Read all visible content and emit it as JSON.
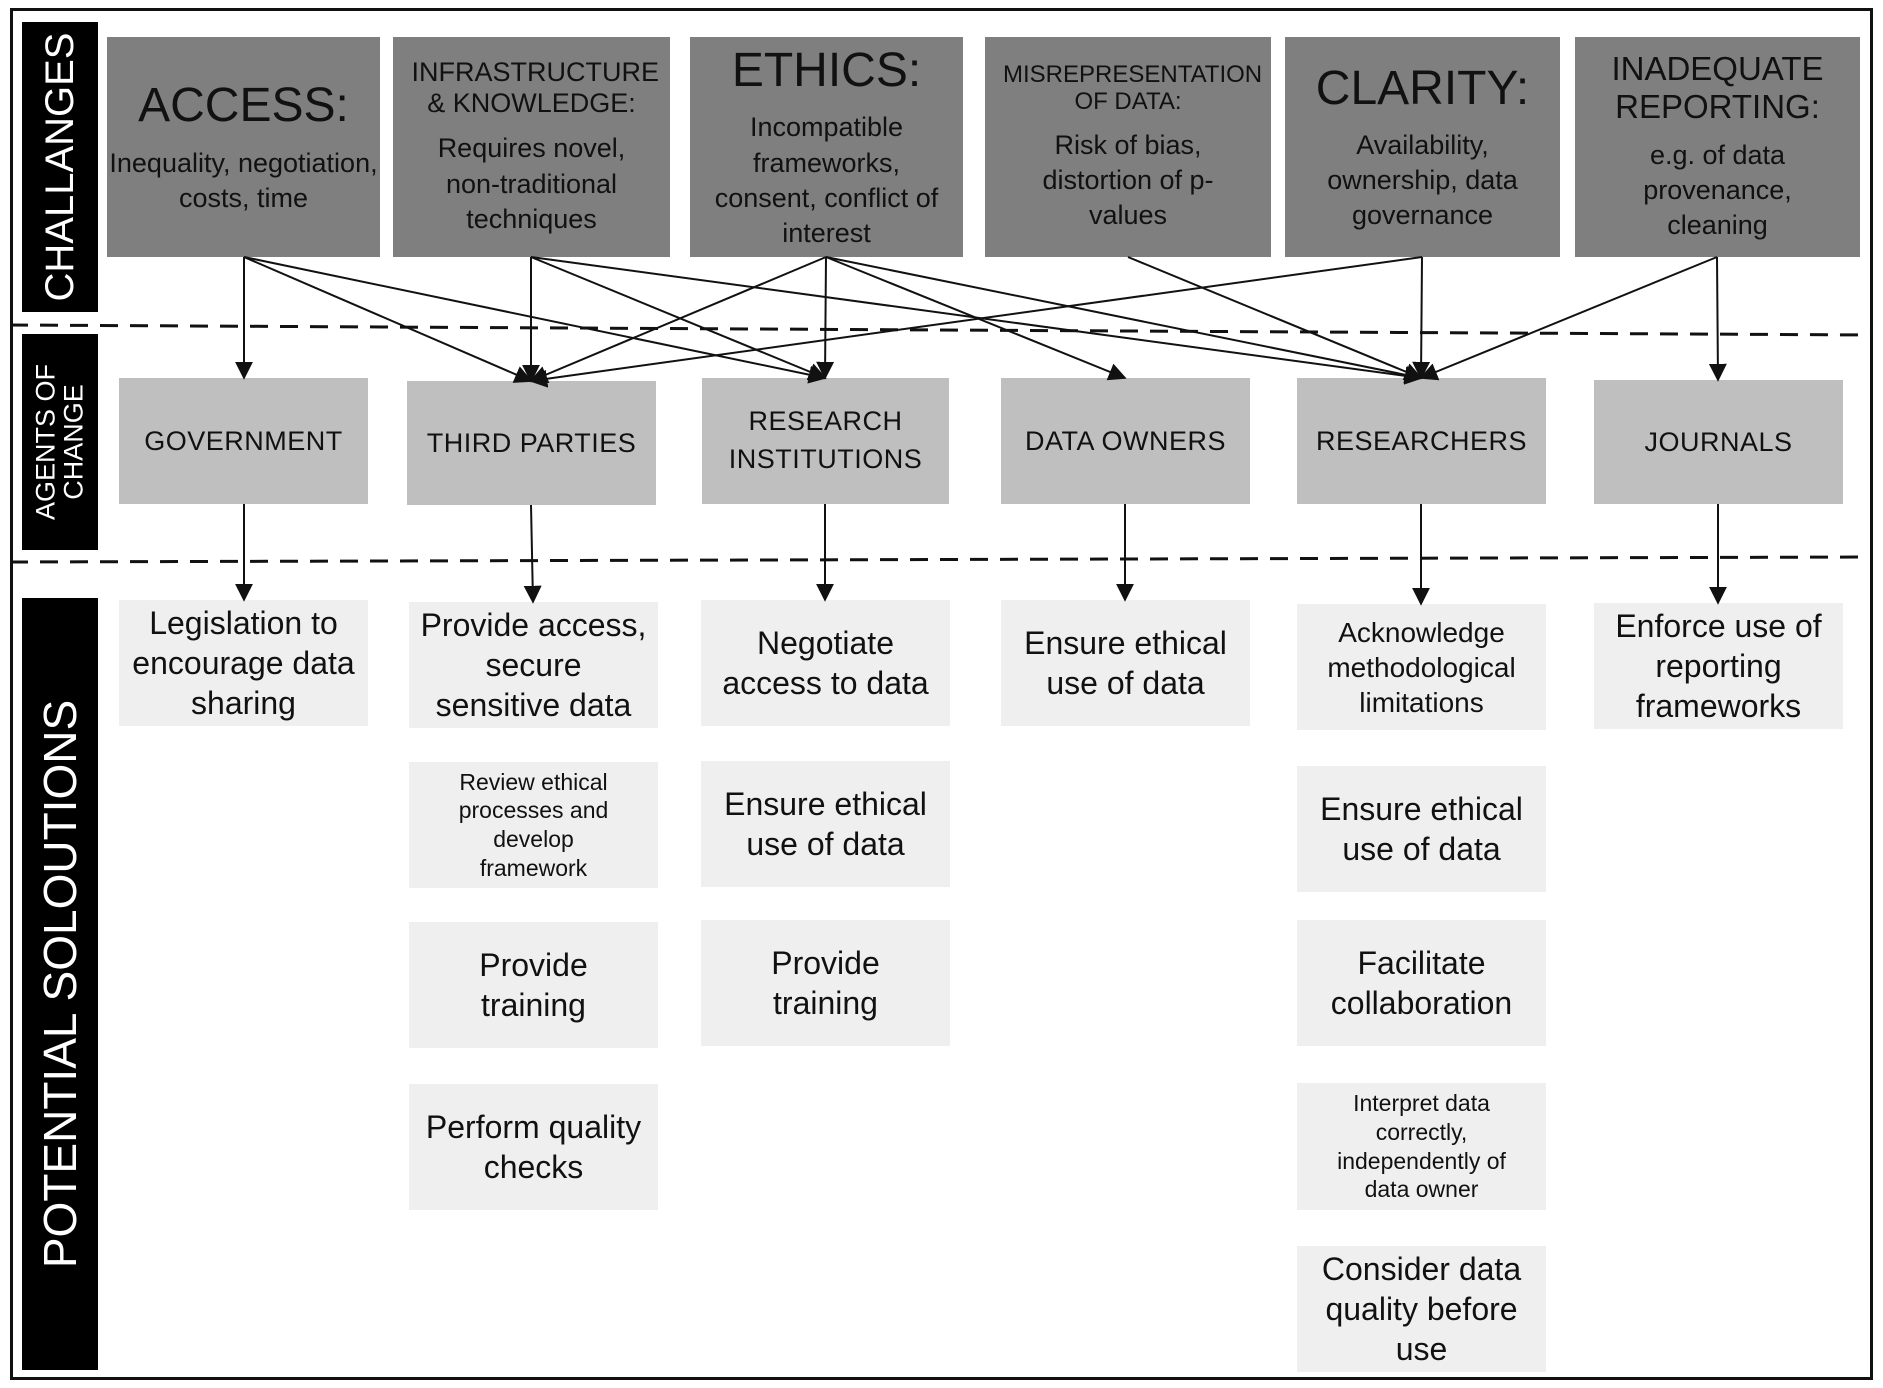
{
  "sections": {
    "challenges": "CHALLANGES",
    "agents": "AGENTS OF CHANGE",
    "solutions": "POTENTIAL SOLOUTIONS"
  },
  "challenges": [
    {
      "title": "ACCESS:",
      "desc": "Inequality, negotiation, costs, time"
    },
    {
      "title": "INFRASTRUCTURE & KNOWLEDGE:",
      "desc": "Requires novel, non-traditional techniques"
    },
    {
      "title": "ETHICS:",
      "desc": "Incompatible frameworks, consent, conflict of interest"
    },
    {
      "title": "MISREPRESENTATION OF DATA:",
      "desc": "Risk of bias, distortion of p-values"
    },
    {
      "title": "CLARITY:",
      "desc": "Availability, ownership, data governance"
    },
    {
      "title": "INADEQUATE REPORTING:",
      "desc": "e.g. of data provenance, cleaning"
    }
  ],
  "agents": [
    "GOVERNMENT",
    "THIRD PARTIES",
    "RESEARCH INSTITUTIONS",
    "DATA OWNERS",
    "RESEARCHERS",
    "JOURNALS"
  ],
  "solutions": {
    "government": [
      "Legislation to encourage data sharing"
    ],
    "third_parties": [
      "Provide access, secure sensitive data",
      "Review ethical processes and develop framework",
      "Provide training",
      "Perform quality checks"
    ],
    "research_institutions": [
      "Negotiate access to data",
      "Ensure ethical use of data",
      "Provide training"
    ],
    "data_owners": [
      "Ensure ethical use of data"
    ],
    "researchers": [
      "Acknowledge methodological limitations",
      "Ensure ethical use of data",
      "Facilitate collaboration",
      "Interpret data correctly, independently of data owner",
      "Consider data quality before use"
    ],
    "journals": [
      "Enforce use of reporting frameworks"
    ]
  },
  "links": {
    "challenge_to_agent": [
      [
        0,
        0
      ],
      [
        0,
        1
      ],
      [
        0,
        2
      ],
      [
        1,
        1
      ],
      [
        1,
        2
      ],
      [
        1,
        4
      ],
      [
        2,
        1
      ],
      [
        2,
        2
      ],
      [
        2,
        3
      ],
      [
        2,
        4
      ],
      [
        3,
        4
      ],
      [
        4,
        1
      ],
      [
        4,
        4
      ],
      [
        5,
        4
      ],
      [
        5,
        5
      ]
    ],
    "agent_to_solution": [
      0,
      1,
      2,
      3,
      4,
      5
    ]
  },
  "colors": {
    "challenge_bg": "#7f7f7f",
    "agent_bg": "#bfbfbf",
    "solution_bg": "#efefef",
    "section_bg": "#000000"
  }
}
